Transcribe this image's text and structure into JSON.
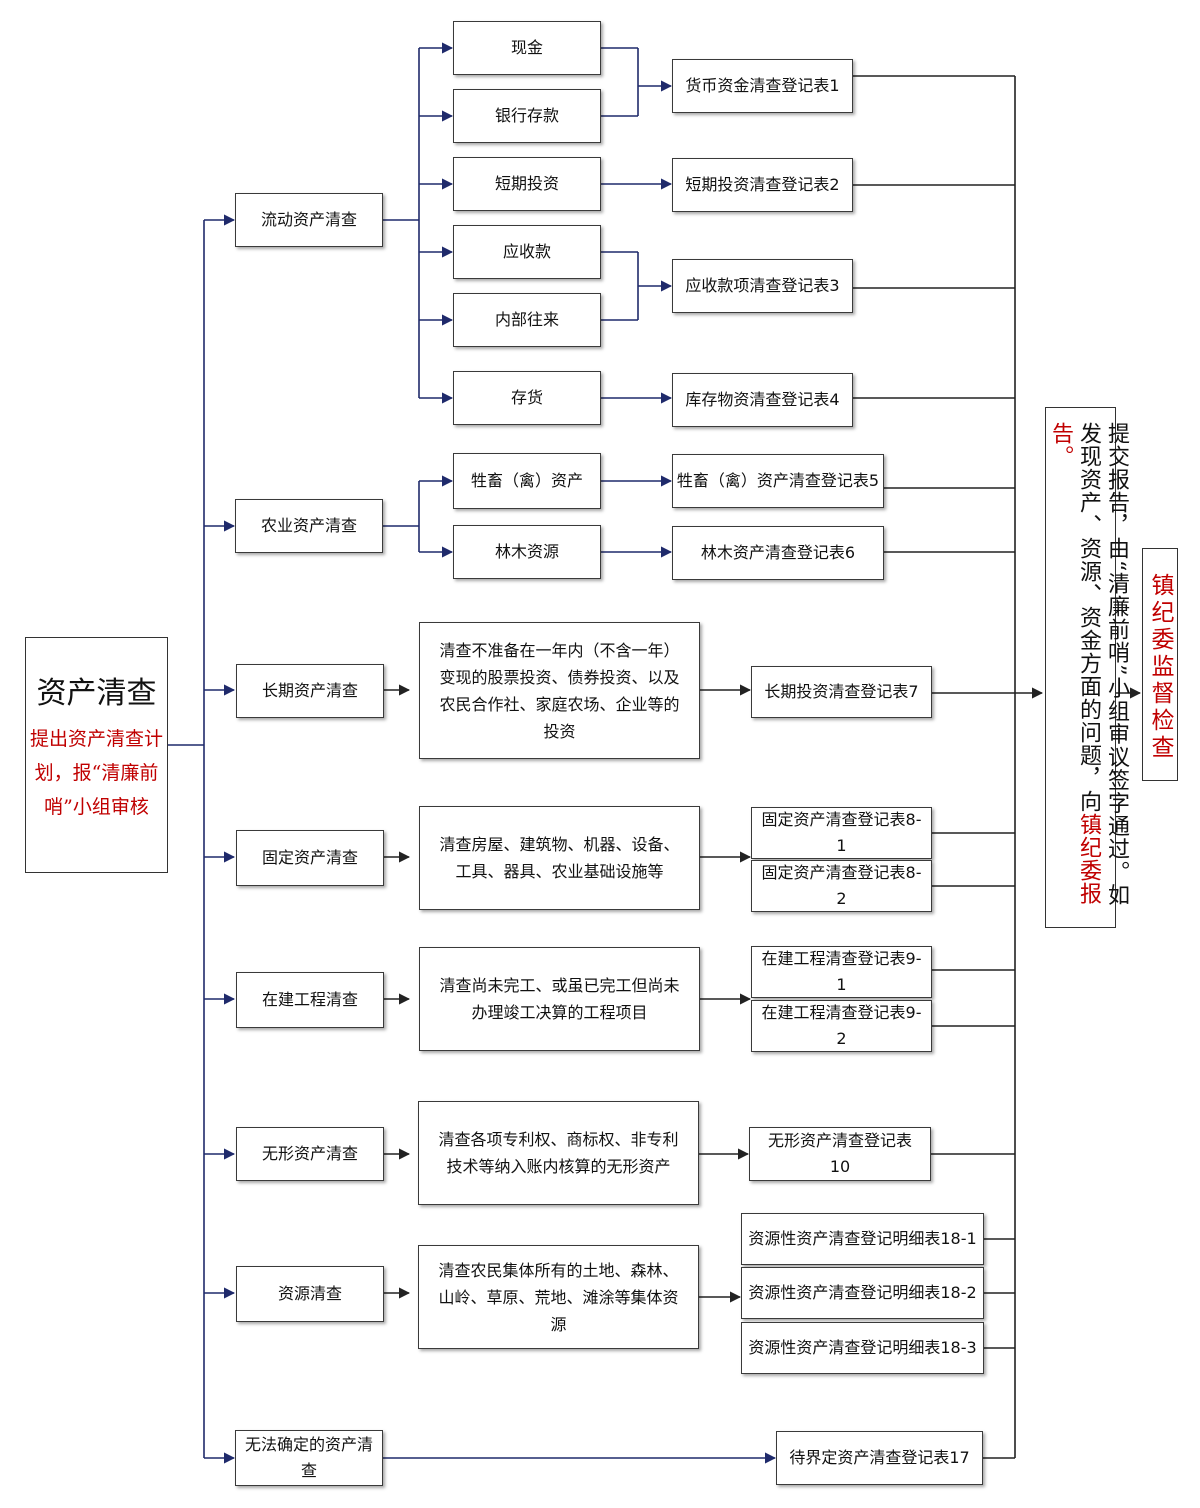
{
  "root": {
    "title": "资产清查",
    "note": "提出资产清查计划，报“清廉前哨”小组审核"
  },
  "categories": {
    "current": "流动资产清查",
    "agri": "农业资产清查",
    "longterm": "长期资产清查",
    "fixed": "固定资产清查",
    "construction": "在建工程清查",
    "intangible": "无形资产清查",
    "resource": "资源清查",
    "undetermined": "无法确定的资产清查"
  },
  "items": {
    "cash": "现金",
    "bank": "银行存款",
    "shortinv": "短期投资",
    "receivable": "应收款",
    "internal": "内部往来",
    "inventory": "存货",
    "livestock": "牲畜（禽）资产",
    "forest": "林木资源"
  },
  "descriptions": {
    "longterm": "清查不准备在一年内（不含一年）变现的股票投资、债券投资、以及农民合作社、家庭农场、企业等的投资",
    "fixed": "清查房屋、建筑物、机器、设备、工具、器具、农业基础设施等",
    "construction": "清查尚未完工、或虽已完工但尚未办理竣工决算的工程项目",
    "intangible": "清查各项专利权、商标权、非专利技术等纳入账内核算的无形资产",
    "resource": "清查农民集体所有的土地、森林、山岭、草原、荒地、滩涂等集体资源"
  },
  "forms": {
    "f1": "货币资金清查登记表1",
    "f2": "短期投资清查登记表2",
    "f3": "应收款项清查登记表3",
    "f4": "库存物资清查登记表4",
    "f5": "牲畜（禽）资产清查登记表5",
    "f6": "林木资产清查登记表6",
    "f7": "长期投资清查登记表7",
    "f8a": "固定资产清查登记表8-1",
    "f8b": "固定资产清查登记表8-2",
    "f9a": "在建工程清查登记表9-1",
    "f9b": "在建工程清查登记表9-2",
    "f10": "无形资产清查登记表10",
    "f18a": "资源性资产清查登记明细表18-1",
    "f18b": "资源性资产清查登记明细表18-2",
    "f18c": "资源性资产清查登记明细表18-3",
    "f17": "待界定资产清查登记表17"
  },
  "report": {
    "line1": "提交报告，由“清廉前哨”小组审议签字通过。",
    "line2_prefix": "如发现资产、资源、资金方面的问题，向",
    "line2_red": "镇纪委报告。"
  },
  "supervision": "镇纪委监督检查",
  "colors": {
    "line_blue": "#1f2a6b",
    "line_gray": "#222222",
    "accent_red": "#c00000"
  }
}
